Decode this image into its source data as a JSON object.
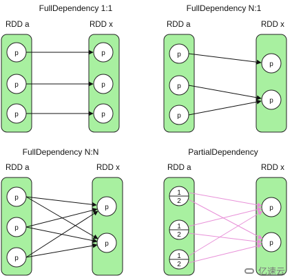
{
  "diagrams": [
    {
      "title": "FullDependency 1:1",
      "left_label": "RDD a",
      "right_label": "RDD x"
    },
    {
      "title": "FullDependency N:1",
      "left_label": "RDD a",
      "right_label": "RDD x"
    },
    {
      "title": "FullDependency N:N",
      "left_label": "RDD a",
      "right_label": "RDD x"
    },
    {
      "title": "PartialDependency",
      "left_label": "RDD a",
      "right_label": "RDD x"
    }
  ],
  "partition_label": "p",
  "partial_top": "1",
  "partial_bottom": "2",
  "watermark": "亿速云",
  "colors": {
    "box_fill": "#a8f0a0",
    "box_stroke": "#222222",
    "arrow_black": "#111111",
    "arrow_pink": "#e890d8"
  }
}
